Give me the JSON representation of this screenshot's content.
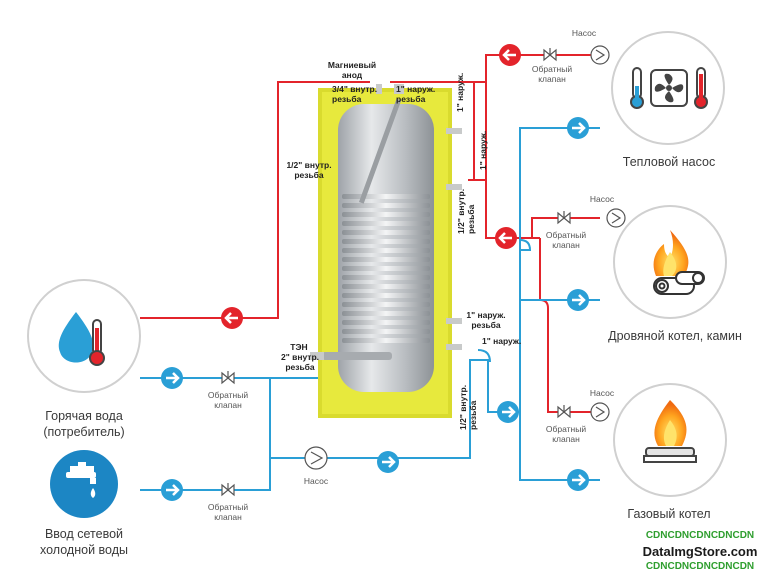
{
  "labels": {
    "anode": "Магниевый анод",
    "thread_34": "3/4\" внутр. резьба",
    "thread_1_top": "1\" наруж. резьба",
    "thread_12_left": "1/2\" внутр. резьба",
    "nar1_a": "1\" наруж.",
    "nar1_b": "1\" наруж.",
    "thread_12_right": "1/2\" внутр. резьба",
    "nar1_res": "1\" наруж. резьба",
    "nar1_c": "1\" наруж.",
    "ten": "ТЭН",
    "thread_2": "2\" внутр. резьба",
    "thread_12_low": "1/2\" внутр. резьба"
  },
  "captions": {
    "hot_water": "Горячая вода (потребитель)",
    "cold_water": "Ввод сетевой холодной воды",
    "heat_pump": "Тепловой насос",
    "wood_boiler": "Дровяной котел, камин",
    "gas_boiler": "Газовый котел"
  },
  "valves": {
    "check": "Обратный клапан",
    "pump": "Насос"
  },
  "watermark": {
    "line1": "CDNCDNCDNCDNCDN",
    "line2": "DataImgStore.com",
    "line3": "CDNCDNCDNCDNCDN"
  },
  "colors": {
    "hot": "#e3242b",
    "cold": "#2a9fd6",
    "tank_jacket": "#e2e43a",
    "watermark": "#2e9e2e"
  }
}
